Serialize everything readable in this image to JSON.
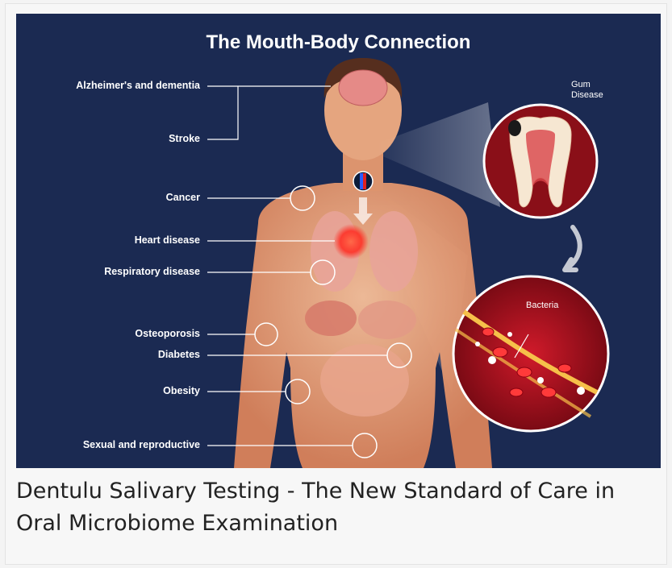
{
  "figure": {
    "title": "The Mouth-Body Connection",
    "conditions": [
      "Alzheimer's and dementia",
      "Stroke",
      "Cancer",
      "Heart disease",
      "Respiratory disease",
      "Osteoporosis",
      "Diabetes",
      "Obesity",
      "Sexual and reproductive"
    ],
    "callouts": {
      "gum_disease_line1": "Gum",
      "gum_disease_line2": "Disease",
      "bacteria": "Bacteria"
    },
    "colors": {
      "background": "#1b2a52",
      "skin": "#f2a77a",
      "highlight": "#ff3b2f",
      "blood": "#c8102e"
    }
  },
  "caption": "Dentulu Salivary Testing - The New Standard of Care in Oral Microbiome Examination"
}
